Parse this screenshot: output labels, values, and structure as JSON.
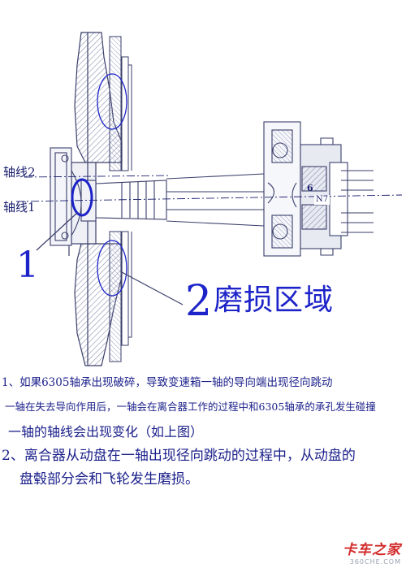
{
  "diagram": {
    "labels": {
      "axis2": "轴线2",
      "axis1": "轴线1",
      "bearing_pos": "6",
      "bearing_code": "N7"
    },
    "callouts": {
      "one": "1",
      "two_num": "2",
      "two_text": "磨损区域"
    },
    "colors": {
      "line": "#3a3f6a",
      "hatch": "#8a90b0",
      "annotation": "#1c23c8",
      "text": "#1a1f8a"
    }
  },
  "notes": [
    "1、如果6305轴承出现破碎，导致变速箱一轴的导向端出现径向跳动",
    "一轴在失去导向作用后，一轴会在离合器工作的过程中和6305轴承的承孔发生碰撞",
    "一轴的轴线会出现变化（如上图）",
    "2、离合器从动盘在一轴出现径向跳动的过程中，从动盘的",
    "盘毂部分会和飞轮发生磨损。"
  ],
  "watermark": {
    "main": "卡车之家",
    "sub": "360CHE.COM"
  }
}
